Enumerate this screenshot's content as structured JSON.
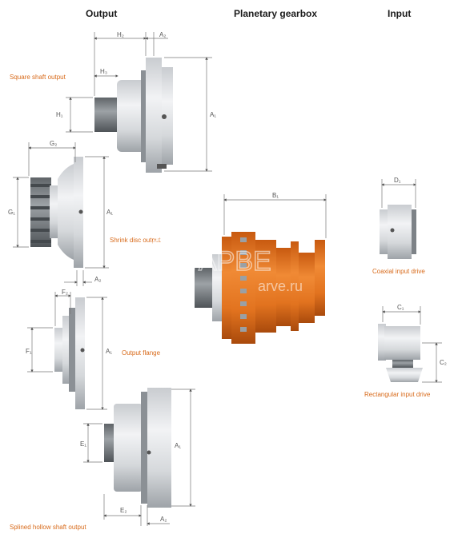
{
  "headers": {
    "output": "Output",
    "planetary": "Planetary gearbox",
    "input": "Input"
  },
  "captions": {
    "square_shaft": "Square shaft output",
    "shrink_disc": "Shrink disc output",
    "output_flange": "Output flange",
    "splined_hollow": "Splined hollow shaft output",
    "coaxial_input": "Coaxial input drive",
    "rectangular_input": "Rectangular input drive"
  },
  "dimensions": {
    "h2": "H₂",
    "a2_top": "A₂",
    "h3": "H₃",
    "h1": "H₁",
    "a1_top": "A₁",
    "g2": "G₂",
    "g1": "G₁",
    "a1_shrink": "A₁",
    "a2_shrink": "A₂",
    "f2": "F₂",
    "f1": "F₁",
    "a1_flange": "A₁",
    "e1": "E₁",
    "a1_spline": "A₁",
    "e2": "E₂",
    "a2_spline": "A₂",
    "b1": "B₁",
    "d1": "D₁",
    "c1": "C₁",
    "c2": "C₂"
  },
  "watermark": {
    "brand": "АРВЕ",
    "site": "arve.ru"
  },
  "colors": {
    "accent_orange": "#e2731f",
    "caption_orange": "#d86a1a",
    "metal_light": "#e6e8ea",
    "metal_dark": "#7d8287",
    "line": "#666666"
  }
}
